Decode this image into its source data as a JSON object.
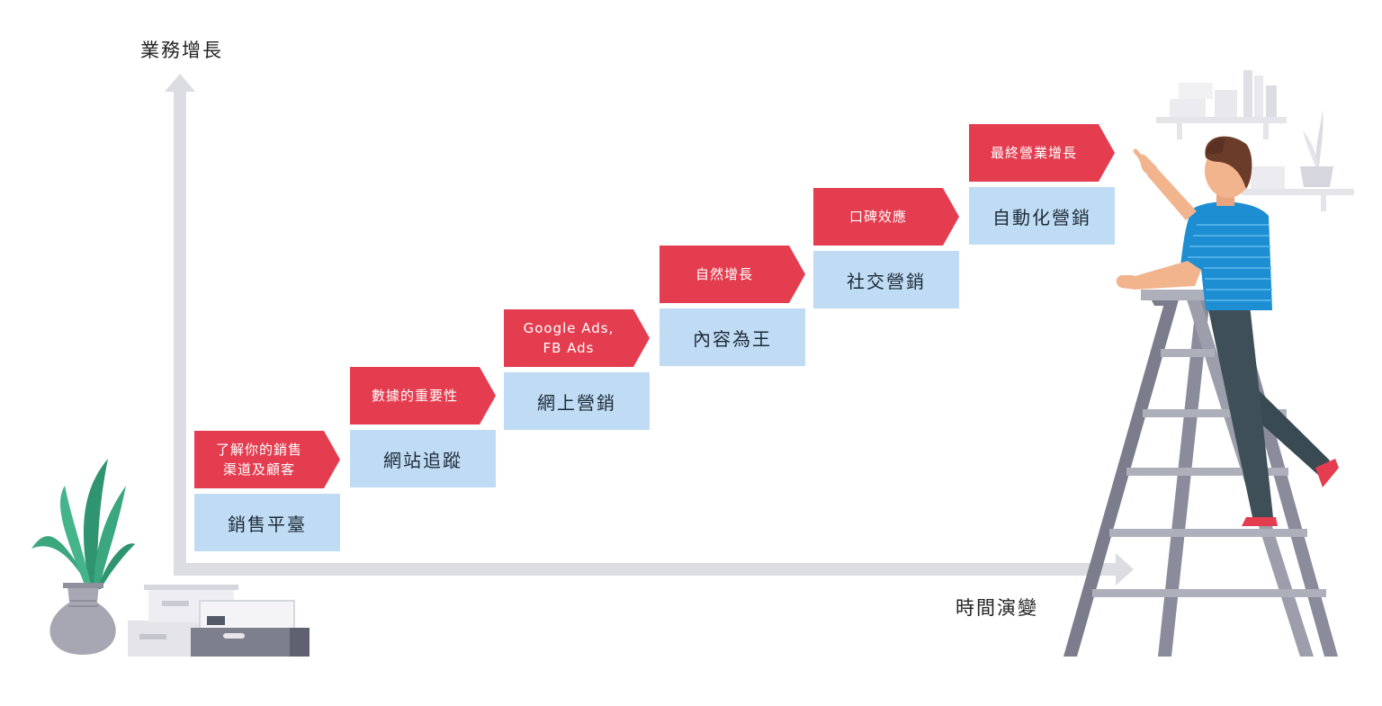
{
  "axes": {
    "y_label": "業務增長",
    "x_label": "時間演變"
  },
  "colors": {
    "tag": "#e43d50",
    "box": "#bfdcf4",
    "axis": "#dcdce3"
  },
  "steps": [
    {
      "tag": "了解你的銷售\n渠道及顧客",
      "box": "銷售平臺"
    },
    {
      "tag": "數據的重要性",
      "box": "網站追蹤"
    },
    {
      "tag": "Google Ads,\nFB Ads",
      "box": "網上營銷"
    },
    {
      "tag": "自然增長",
      "box": "內容為王"
    },
    {
      "tag": "口碑效應",
      "box": "社交營銷"
    },
    {
      "tag": "最終營業增長",
      "box": "自動化營銷"
    }
  ],
  "illustrations": [
    "potted-plant",
    "storage-boxes",
    "shelf",
    "ladder",
    "man-pointing"
  ]
}
